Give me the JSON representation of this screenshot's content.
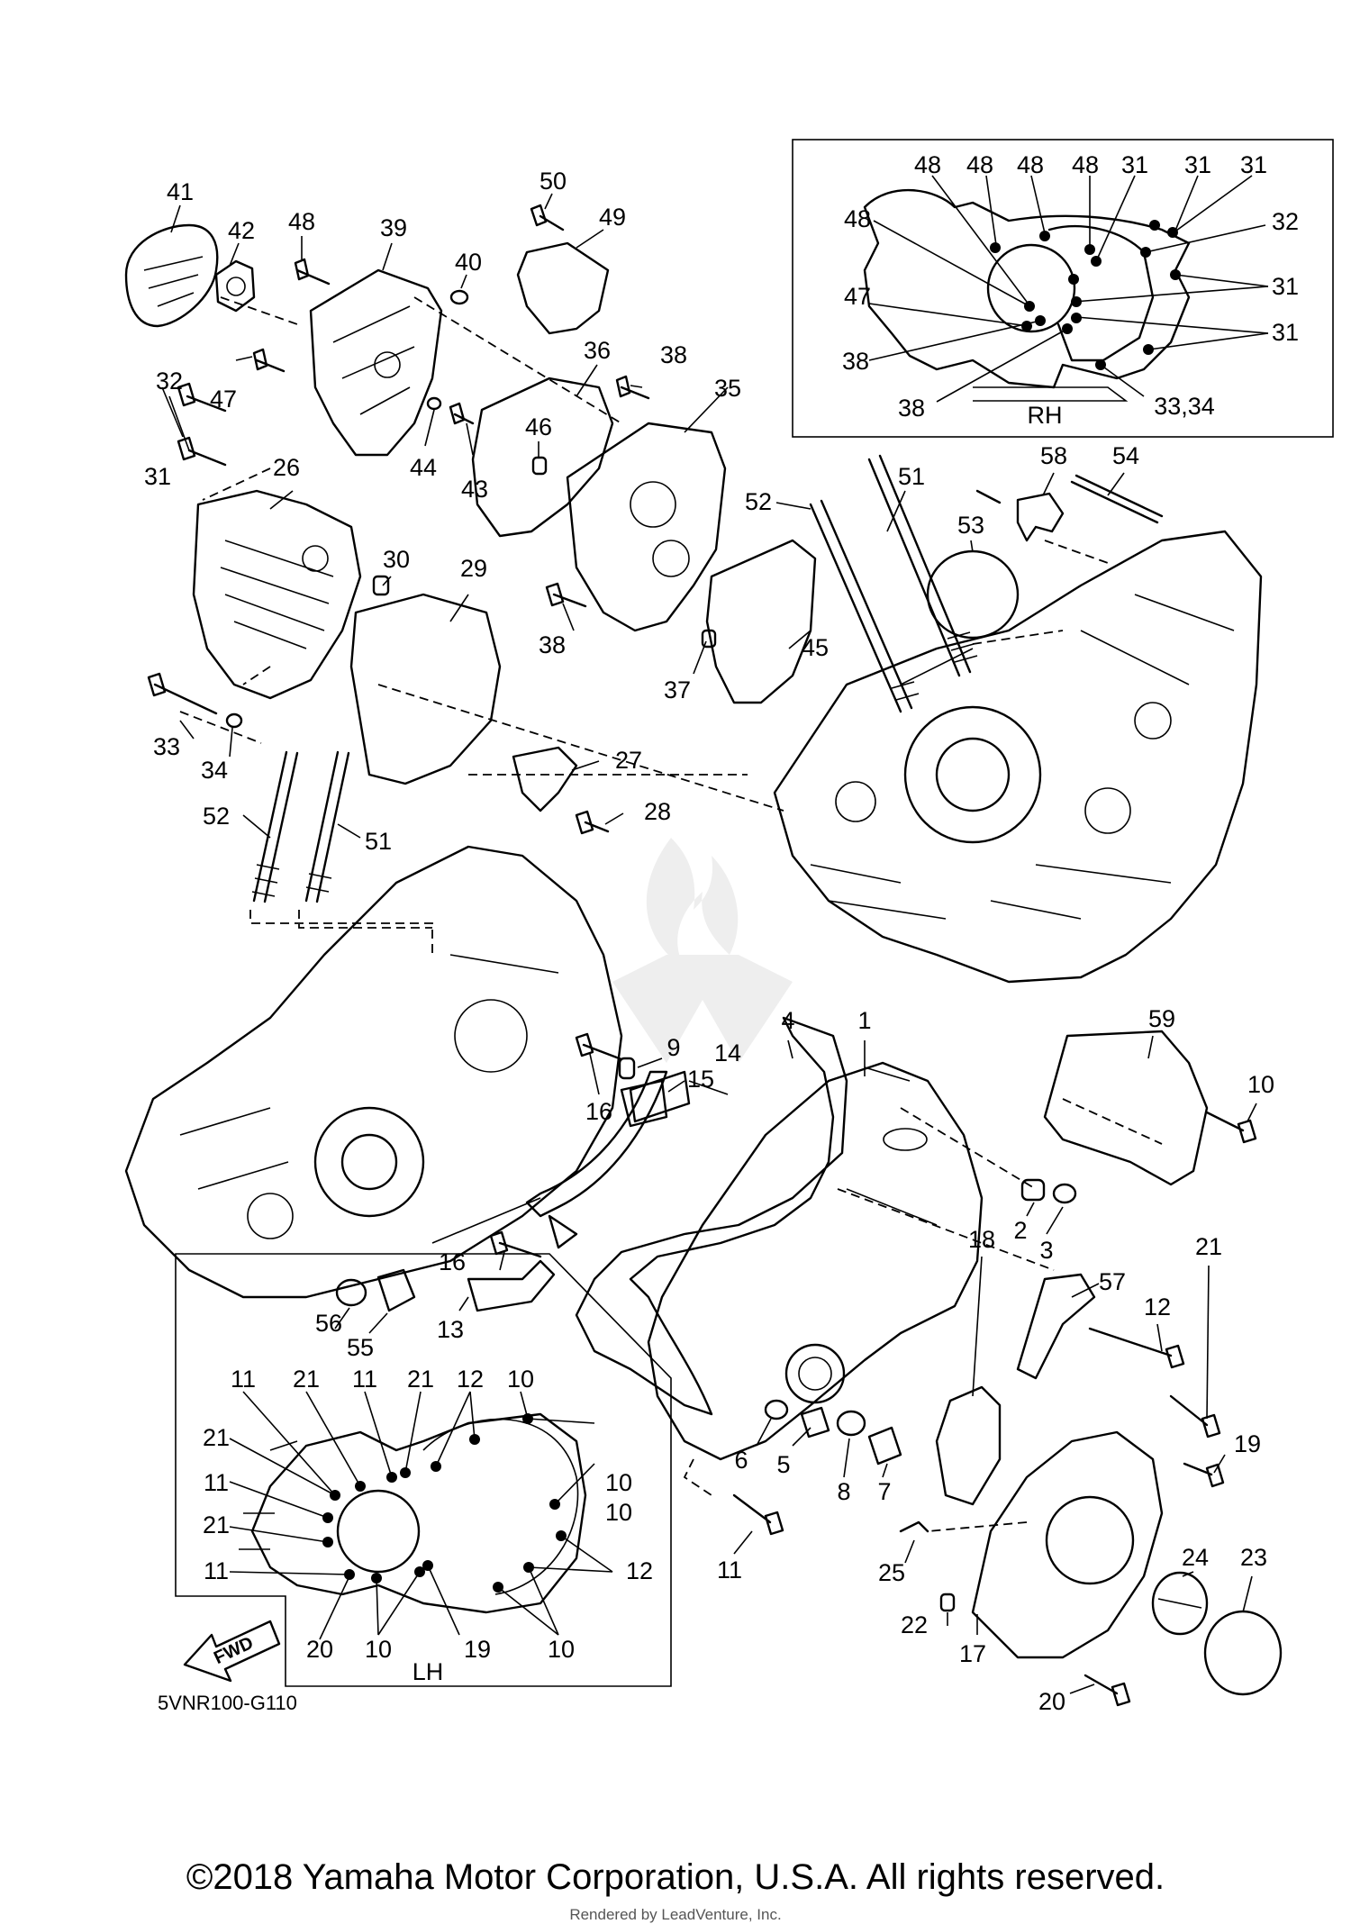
{
  "diagram": {
    "reference_code": "5VNR100-G110",
    "copyright": "©2018 Yamaha Motor Corporation, U.S.A. All rights reserved.",
    "render_note": "Rendered by LeadVenture, Inc.",
    "forward_label": "FWD",
    "inset_rh": {
      "label": "RH",
      "callouts": [
        "48",
        "48",
        "48",
        "48",
        "31",
        "31",
        "31",
        "32",
        "31",
        "31",
        "48",
        "47",
        "38",
        "38",
        "33,34"
      ]
    },
    "inset_lh": {
      "label": "LH",
      "callouts": [
        "11",
        "21",
        "11",
        "21",
        "12",
        "10",
        "21",
        "11",
        "21",
        "11",
        "10",
        "10",
        "12",
        "20",
        "10",
        "19",
        "10"
      ]
    },
    "callouts": [
      "41",
      "42",
      "48",
      "39",
      "50",
      "49",
      "40",
      "32",
      "47",
      "44",
      "43",
      "36",
      "38",
      "35",
      "46",
      "31",
      "26",
      "30",
      "29",
      "38",
      "37",
      "45",
      "52",
      "51",
      "53",
      "58",
      "54",
      "33",
      "34",
      "27",
      "28",
      "52",
      "51",
      "9",
      "15",
      "14",
      "4",
      "1",
      "59",
      "10",
      "16",
      "2",
      "3",
      "16",
      "13",
      "56",
      "55",
      "57",
      "12",
      "18",
      "21",
      "19",
      "6",
      "5",
      "8",
      "7",
      "11",
      "25",
      "24",
      "23",
      "22",
      "17",
      "20"
    ]
  }
}
